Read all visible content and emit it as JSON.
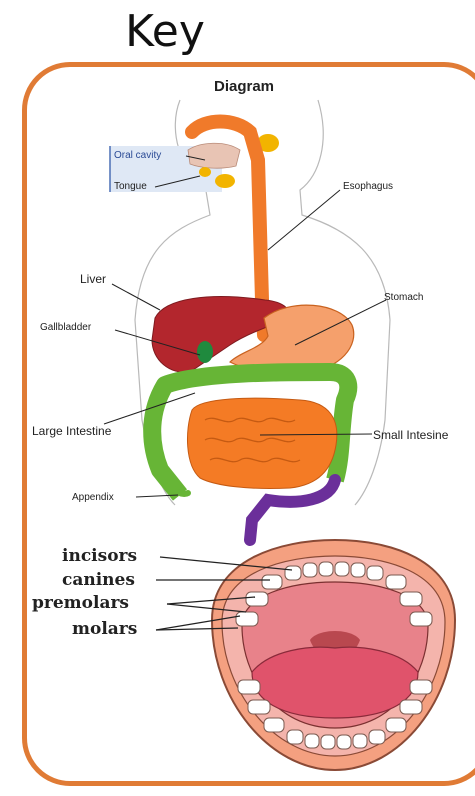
{
  "key_title": "Key",
  "diagram_title": "Diagram",
  "digestive_labels": {
    "oral_cavity": "Oral cavity",
    "tongue": "Tongue",
    "esophagus": "Esophagus",
    "liver": "Liver",
    "stomach": "Stomach",
    "gallbladder": "Gallbladder",
    "large_intestine": "Large Intestine",
    "small_intestine": "Small Intesine",
    "appendix": "Appendix"
  },
  "teeth_labels": {
    "incisors": "incisors",
    "canines": "canines",
    "premolars": "premolars",
    "molars": "molars"
  },
  "colors": {
    "frame": "#e07b35",
    "esophagus": "#f07a2a",
    "liver": "#b3262d",
    "stomach": "#f5a06c",
    "small_intestine": "#f47b25",
    "large_intestine": "#67b536",
    "rectum": "#6b2f9a",
    "gallbladder": "#1f8a3e",
    "glands": "#f2b400",
    "gums": "#f4a3a0",
    "tongue": "#e0536b"
  }
}
